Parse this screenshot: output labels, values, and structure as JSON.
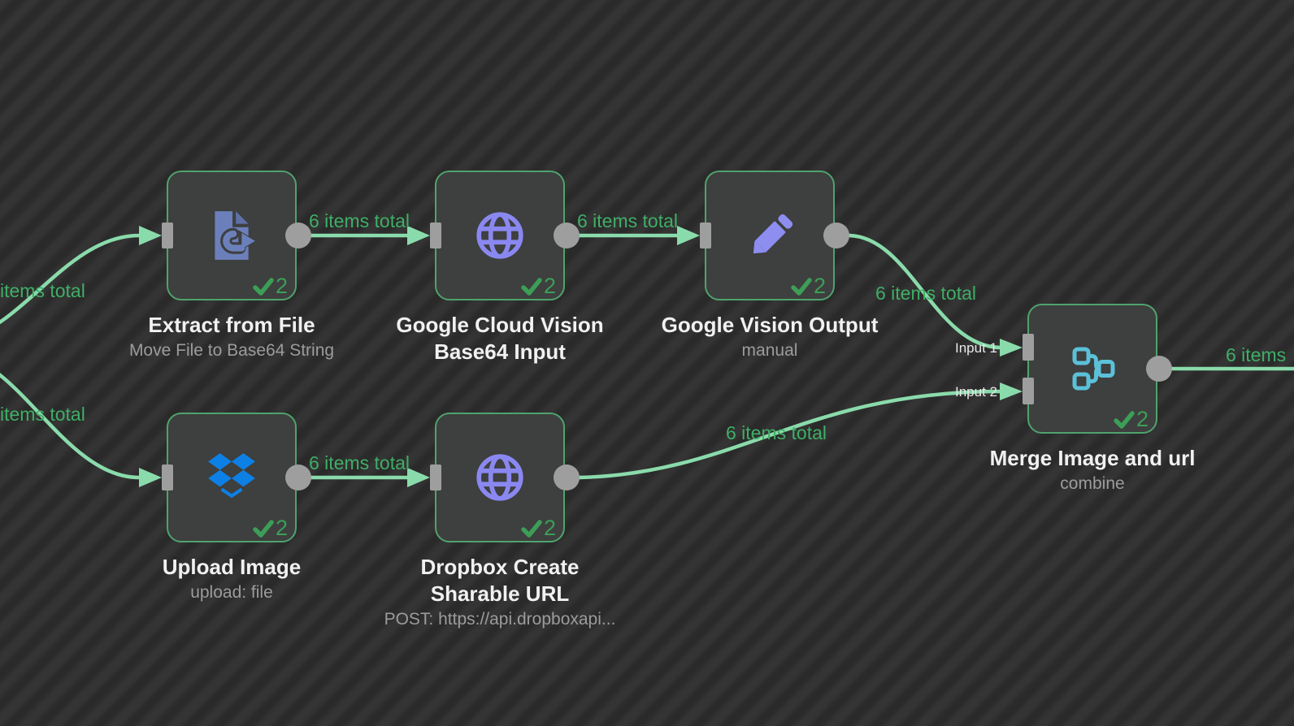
{
  "canvas": {
    "type": "workflow-editor-canvas",
    "colors": {
      "edge": "#8adbab",
      "edge_label": "#3fae66",
      "node_border": "#4fa36d",
      "node_fill": "#3e3f3f",
      "success_check": "#3c9e57",
      "handle": "#9e9e9e",
      "icon_file_export": "#6b80bb",
      "icon_globe": "#8a88f0",
      "icon_pencil": "#8d8ef0",
      "icon_dropbox": "#0d80e5",
      "icon_merge": "#5bc1d8"
    }
  },
  "nodes": [
    {
      "title": "Extract from File",
      "subtitle": "Move File to Base64 String",
      "icon": "file-export-icon",
      "success_count": "2"
    },
    {
      "title": "Google Cloud Vision Base64 Input",
      "subtitle": "",
      "icon": "globe-icon",
      "success_count": "2"
    },
    {
      "title": "Google Vision Output",
      "subtitle": "manual",
      "icon": "pencil-icon",
      "success_count": "2"
    },
    {
      "title": "Upload Image",
      "subtitle": "upload: file",
      "icon": "dropbox-icon",
      "success_count": "2"
    },
    {
      "title": "Dropbox Create Sharable URL",
      "subtitle": "POST: https://api.dropboxapi...",
      "icon": "globe-icon",
      "success_count": "2"
    },
    {
      "title": "Merge Image and url",
      "subtitle": "combine",
      "icon": "merge-icon",
      "success_count": "2",
      "input_labels": [
        "Input 1",
        "Input 2"
      ]
    }
  ],
  "edge_labels": {
    "left_top": "items total",
    "left_bottom": "items total",
    "extract_to_gcv": "6 items total",
    "gcv_to_vision": "6 items total",
    "vision_to_merge": "6 items total",
    "upload_to_dropbox": "6 items total",
    "dropbox_to_merge": "6 items total",
    "merge_out": "6 items"
  }
}
